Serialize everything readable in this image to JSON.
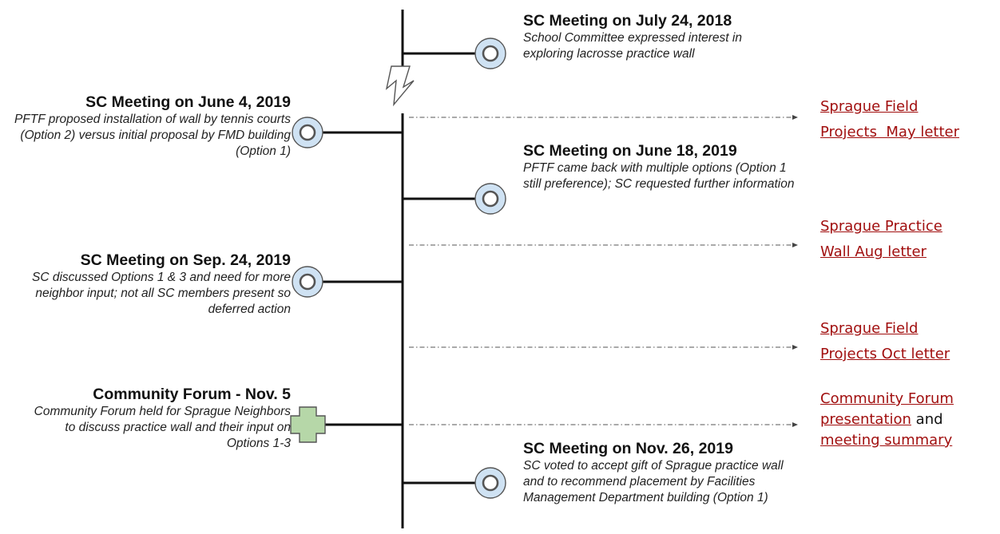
{
  "events": [
    {
      "title": "SC Meeting on July 24, 2018",
      "desc": "School Committee expressed interest in exploring lacrosse practice wall"
    },
    {
      "title": "SC Meeting on June 4, 2019",
      "desc": "PFTF proposed installation of wall by tennis courts (Option 2) versus initial proposal by FMD building (Option 1)"
    },
    {
      "title": "SC Meeting on June 18, 2019",
      "desc": "PFTF came back with multiple options (Option 1 still preference); SC requested further information"
    },
    {
      "title": "SC Meeting on Sep. 24, 2019",
      "desc": "SC discussed Options 1 & 3 and need for more neighbor input; not all SC members present so deferred action"
    },
    {
      "title": "Community Forum - Nov. 5",
      "desc": "Community Forum held for Sprague Neighbors to discuss practice wall and their input on Options 1-3"
    },
    {
      "title": "SC Meeting on Nov. 26, 2019",
      "desc": "SC voted to accept gift of Sprague practice wall and to recommend placement by Facilities Management Department building (Option 1)"
    }
  ],
  "links": {
    "may_line1": "Sprague Field",
    "may_line2": "Projects  May letter",
    "aug_line1": "Sprague Practice",
    "aug_line2": "Wall Aug letter",
    "oct_line1": "Sprague Field",
    "oct_line2": "Projects  Oct letter",
    "forum_line1": "Community Forum",
    "forum_line2": "presentation",
    "forum_and": "and",
    "forum_line3": "meeting summary"
  },
  "colors": {
    "milestone_fill": "#cfe2f3",
    "forum_fill": "#b6d7a8",
    "link": "#a10f0f",
    "line": "#111111"
  },
  "icons": {
    "milestone": "circle-ring-icon",
    "forum": "cross-icon",
    "break": "lightning-break-icon",
    "arrow": "arrow-right-icon"
  }
}
